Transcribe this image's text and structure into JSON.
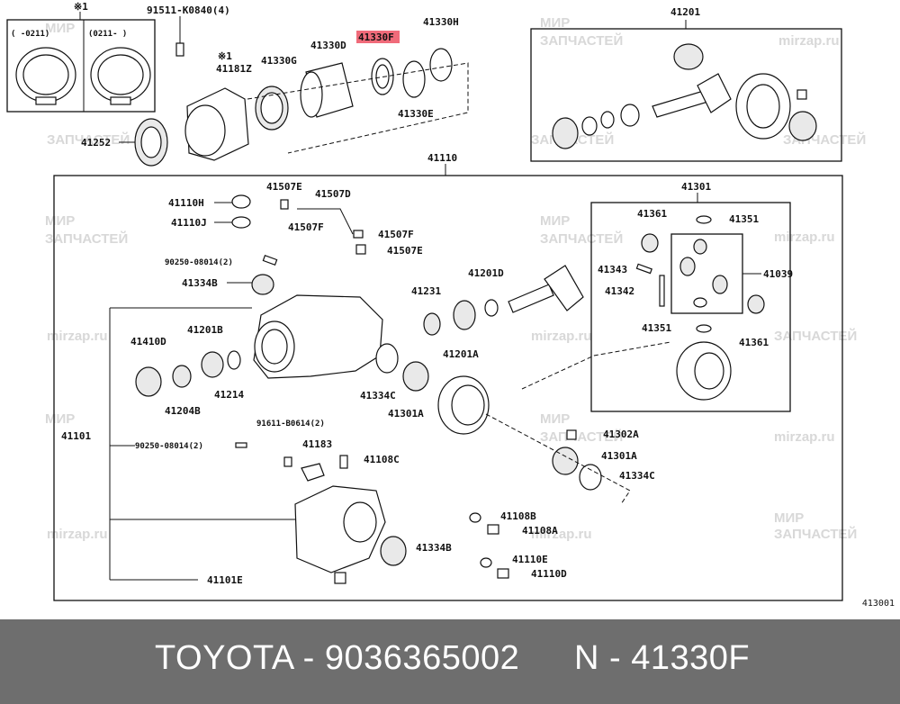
{
  "diagram": {
    "title_callouts": {
      "note_mark": "※1",
      "range_left": "(    -0211)",
      "range_right": "(0211-     )"
    },
    "highlight_color": "#f06b7a",
    "labels": {
      "l91511": "91511-K0840(4)",
      "l41181z": "41181Z",
      "l41181z_mark": "※1",
      "l41330g": "41330G",
      "l41330d": "41330D",
      "l41330f": "41330F",
      "l41330h": "41330H",
      "l41330e": "41330E",
      "l41252": "41252",
      "l41201": "41201",
      "l41110": "41110",
      "l41110h": "41110H",
      "l41110j": "41110J",
      "l41507e_top": "41507E",
      "l41507d": "41507D",
      "l41507f_left": "41507F",
      "l41507f": "41507F",
      "l41507e": "41507E",
      "l90250a": "90250-08014(2)",
      "l41334b_top": "41334B",
      "l41231": "41231",
      "l41201d": "41201D",
      "l41301": "41301",
      "l41361_top": "41361",
      "l41351_top": "41351",
      "l41343": "41343",
      "l41039": "41039",
      "l41342": "41342",
      "l41351": "41351",
      "l41361": "41361",
      "l41410d": "41410D",
      "l41201b": "41201B",
      "l41214": "41214",
      "l41204b": "41204B",
      "l41334c": "41334C",
      "l41201a": "41201A",
      "l41301a": "41301A",
      "l41101": "41101",
      "l90250b": "90250-08014(2)",
      "l91611": "91611-B0614(2)",
      "l41183": "41183",
      "l41108c": "41108C",
      "l41302a": "41302A",
      "l41301a_r": "41301A",
      "l41334c_r": "41334C",
      "l41108b": "41108B",
      "l41108a": "41108A",
      "l41334b": "41334B",
      "l41110e": "41110E",
      "l41110d": "41110D",
      "l41101e": "41101E"
    },
    "figure_number": "413001",
    "watermarks": {
      "ru1": "МИР",
      "ru2": "ЗАПЧАСТЕЙ",
      "en": "mirzap.ru"
    }
  },
  "footer": {
    "brand_part": "TOYOTA - 9036365002",
    "ref": "N - 41330F"
  }
}
